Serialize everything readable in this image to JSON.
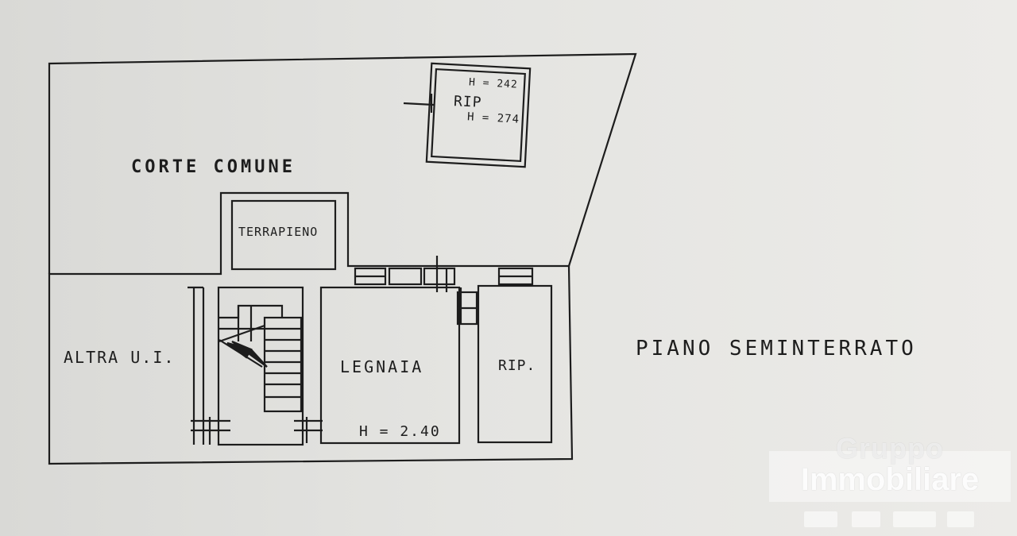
{
  "labels": {
    "corte_comune": "CORTE COMUNE",
    "terrapieno": "TERRAPIENO",
    "altra_ui": "ALTRA U.I.",
    "legnaia": "LEGNAIA",
    "legnaia_height": "H = 2.40",
    "rip": "RIP.",
    "rip_upper": "RIP",
    "rip_upper_h1": "H = 242",
    "rip_upper_h2": "H = 274",
    "floor_title": "PIANO SEMINTERRATO"
  },
  "watermark": {
    "line1": "Gruppo",
    "line2": "Immobiliare"
  },
  "colors": {
    "ink": "#1d1d1d",
    "paper": "#e4e4e1"
  }
}
